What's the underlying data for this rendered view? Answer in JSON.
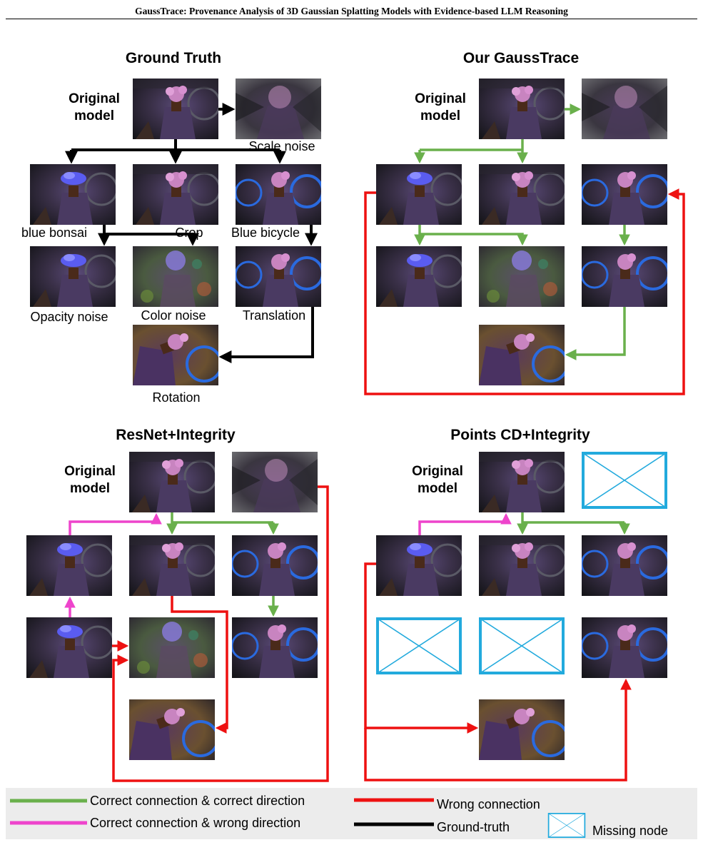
{
  "header": {
    "title": "GaussTrace: Provenance Analysis of 3D Gaussian Splatting Models with Evidence-based LLM Reasoning"
  },
  "colors": {
    "correct_direction": "#6ab04c",
    "wrong_direction": "#ee44cc",
    "wrong_connection": "#ee1111",
    "ground_truth": "#000000",
    "missing_node": "#22aadd",
    "legend_background": "#ececec"
  },
  "panels": {
    "ground_truth": {
      "title": "Ground Truth",
      "original_label": [
        "Original",
        "model"
      ],
      "node_labels": {
        "scale_noise": "Scale noise",
        "blue_bonsai": "blue bonsai",
        "crop": "Crop",
        "blue_bicycle": "Blue bicycle",
        "opacity_noise": "Opacity noise",
        "color_noise": "Color noise",
        "translation": "Translation",
        "rotation": "Rotation"
      }
    },
    "gausstrace": {
      "title": "Our GaussTrace",
      "original_label": [
        "Original",
        "model"
      ]
    },
    "resnet": {
      "title": "ResNet+Integrity",
      "original_label": [
        "Original",
        "model"
      ]
    },
    "points_cd": {
      "title": "Points CD+Integrity",
      "original_label": [
        "Original",
        "model"
      ]
    }
  },
  "legend": {
    "correct_direction": "Correct connection & correct direction",
    "wrong_connection": "Wrong connection",
    "wrong_direction": "Correct connection & wrong direction",
    "ground_truth": "Ground-truth",
    "missing_node": "Missing node"
  }
}
